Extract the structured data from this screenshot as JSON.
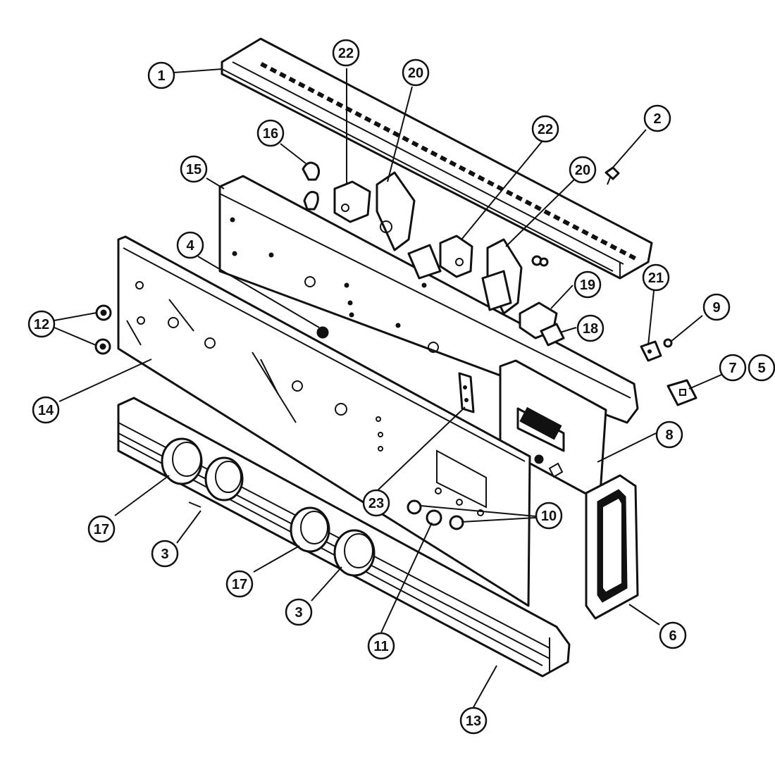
{
  "colors": {
    "ink": "#111111",
    "paper": "#ffffff"
  },
  "callouts": [
    {
      "id": "c1",
      "label": "1"
    },
    {
      "id": "c2",
      "label": "2"
    },
    {
      "id": "c3a",
      "label": "3"
    },
    {
      "id": "c3b",
      "label": "3"
    },
    {
      "id": "c4",
      "label": "4"
    },
    {
      "id": "c5",
      "label": "5"
    },
    {
      "id": "c6",
      "label": "6"
    },
    {
      "id": "c7",
      "label": "7"
    },
    {
      "id": "c8",
      "label": "8"
    },
    {
      "id": "c9",
      "label": "9"
    },
    {
      "id": "c10",
      "label": "10"
    },
    {
      "id": "c11",
      "label": "11"
    },
    {
      "id": "c12",
      "label": "12"
    },
    {
      "id": "c13",
      "label": "13"
    },
    {
      "id": "c14",
      "label": "14"
    },
    {
      "id": "c15",
      "label": "15"
    },
    {
      "id": "c16",
      "label": "16"
    },
    {
      "id": "c17a",
      "label": "17"
    },
    {
      "id": "c17b",
      "label": "17"
    },
    {
      "id": "c18",
      "label": "18"
    },
    {
      "id": "c19",
      "label": "19"
    },
    {
      "id": "c20a",
      "label": "20"
    },
    {
      "id": "c20b",
      "label": "20"
    },
    {
      "id": "c21",
      "label": "21"
    },
    {
      "id": "c22a",
      "label": "22"
    },
    {
      "id": "c22b",
      "label": "22"
    },
    {
      "id": "c23",
      "label": "23"
    }
  ]
}
